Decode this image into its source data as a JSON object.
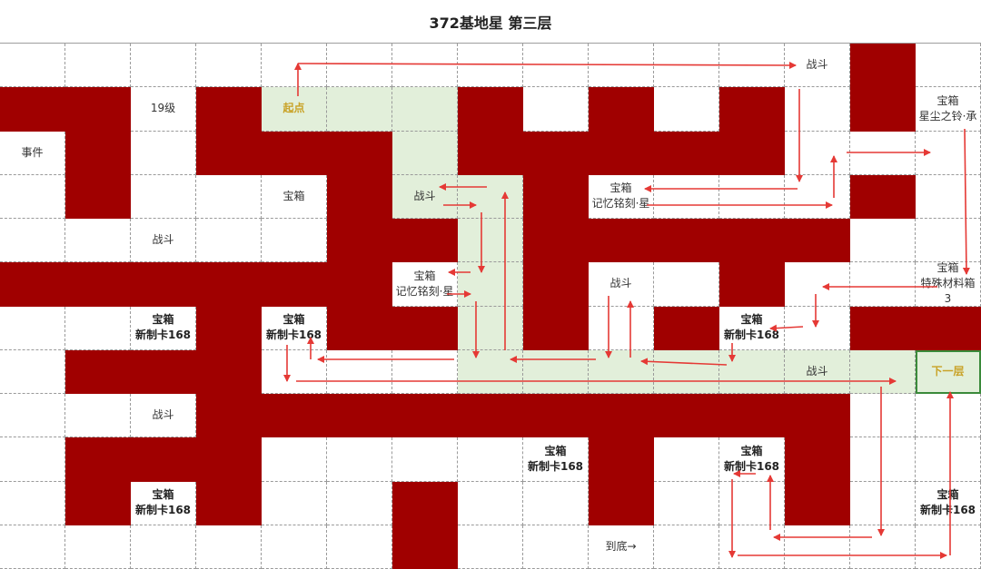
{
  "title": "372基地星  第三层",
  "colors": {
    "wall": "#a00000",
    "path": "#e2efda",
    "arrow": "#e53935",
    "highlight_text": "#c9a227",
    "exit_border": "#3a8a3a"
  },
  "grid": {
    "cols": 15,
    "rows": 12,
    "walls": [
      [
        0,
        13
      ],
      [
        1,
        0
      ],
      [
        1,
        1
      ],
      [
        1,
        3
      ],
      [
        1,
        7
      ],
      [
        1,
        9
      ],
      [
        1,
        11
      ],
      [
        1,
        13
      ],
      [
        2,
        1
      ],
      [
        2,
        3
      ],
      [
        2,
        4
      ],
      [
        2,
        5
      ],
      [
        2,
        7
      ],
      [
        2,
        8
      ],
      [
        2,
        9
      ],
      [
        2,
        10
      ],
      [
        2,
        11
      ],
      [
        3,
        1
      ],
      [
        3,
        5
      ],
      [
        3,
        8
      ],
      [
        3,
        13
      ],
      [
        4,
        5
      ],
      [
        4,
        6
      ],
      [
        4,
        8
      ],
      [
        4,
        9
      ],
      [
        4,
        10
      ],
      [
        4,
        11
      ],
      [
        4,
        12
      ],
      [
        5,
        0
      ],
      [
        5,
        1
      ],
      [
        5,
        2
      ],
      [
        5,
        3
      ],
      [
        5,
        4
      ],
      [
        5,
        5
      ],
      [
        5,
        8
      ],
      [
        5,
        11
      ],
      [
        6,
        3
      ],
      [
        6,
        5
      ],
      [
        6,
        6
      ],
      [
        6,
        8
      ],
      [
        6,
        10
      ],
      [
        6,
        13
      ],
      [
        6,
        14
      ],
      [
        7,
        1
      ],
      [
        7,
        2
      ],
      [
        7,
        3
      ],
      [
        8,
        3
      ],
      [
        8,
        4
      ],
      [
        8,
        5
      ],
      [
        8,
        6
      ],
      [
        8,
        7
      ],
      [
        8,
        8
      ],
      [
        8,
        9
      ],
      [
        8,
        10
      ],
      [
        8,
        11
      ],
      [
        8,
        12
      ],
      [
        9,
        1
      ],
      [
        9,
        2
      ],
      [
        9,
        3
      ],
      [
        9,
        9
      ],
      [
        9,
        12
      ],
      [
        10,
        1
      ],
      [
        10,
        3
      ],
      [
        10,
        6
      ],
      [
        10,
        9
      ],
      [
        10,
        12
      ],
      [
        11,
        6
      ]
    ],
    "path": [
      [
        1,
        4
      ],
      [
        1,
        5
      ],
      [
        1,
        6
      ],
      [
        2,
        6
      ],
      [
        3,
        6
      ],
      [
        3,
        7
      ],
      [
        4,
        7
      ],
      [
        5,
        7
      ],
      [
        6,
        7
      ],
      [
        7,
        7
      ],
      [
        7,
        8
      ],
      [
        7,
        9
      ],
      [
        7,
        10
      ],
      [
        7,
        11
      ],
      [
        7,
        12
      ],
      [
        7,
        13
      ],
      [
        7,
        14
      ]
    ],
    "labels": [
      {
        "r": 0,
        "c": 12,
        "text": "战斗"
      },
      {
        "r": 1,
        "c": 2,
        "text": "19级"
      },
      {
        "r": 1,
        "c": 4,
        "text": "起点",
        "style": "gold"
      },
      {
        "r": 1,
        "c": 14,
        "text": "宝箱\n星尘之铃·承"
      },
      {
        "r": 2,
        "c": 0,
        "text": "事件"
      },
      {
        "r": 3,
        "c": 4,
        "text": "宝箱"
      },
      {
        "r": 3,
        "c": 6,
        "text": "战斗"
      },
      {
        "r": 3,
        "c": 9,
        "text": "宝箱\n记忆铭刻·星"
      },
      {
        "r": 4,
        "c": 2,
        "text": "战斗"
      },
      {
        "r": 5,
        "c": 6,
        "text": "宝箱\n记忆铭刻·星"
      },
      {
        "r": 5,
        "c": 9,
        "text": "战斗"
      },
      {
        "r": 5,
        "c": 14,
        "text": "宝箱\n特殊材料箱\n3"
      },
      {
        "r": 6,
        "c": 2,
        "text": "宝箱\n新制卡168",
        "style": "bold"
      },
      {
        "r": 6,
        "c": 4,
        "text": "宝箱\n新制卡168",
        "style": "bold"
      },
      {
        "r": 6,
        "c": 11,
        "text": "宝箱\n新制卡168",
        "style": "bold"
      },
      {
        "r": 7,
        "c": 12,
        "text": "战斗"
      },
      {
        "r": 7,
        "c": 14,
        "text": "下一层",
        "style": "gold exit"
      },
      {
        "r": 8,
        "c": 2,
        "text": "战斗"
      },
      {
        "r": 9,
        "c": 8,
        "text": "宝箱\n新制卡168",
        "style": "bold"
      },
      {
        "r": 9,
        "c": 11,
        "text": "宝箱\n新制卡168",
        "style": "bold"
      },
      {
        "r": 10,
        "c": 2,
        "text": "宝箱\n新制卡168",
        "style": "bold"
      },
      {
        "r": 10,
        "c": 14,
        "text": "宝箱\n新制卡168",
        "style": "bold"
      },
      {
        "r": 11,
        "c": 9,
        "text": "到底→"
      }
    ]
  }
}
